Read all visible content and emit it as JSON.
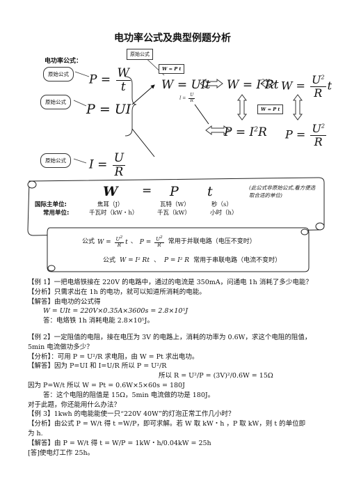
{
  "title": "电功率公式及典型例题分析",
  "formula_section_label": "电功率公式：",
  "callouts": {
    "original_left_1": "原始公式",
    "original_left_2": "原始公式",
    "original_left_3": "原始公式",
    "original_top": "原始公式",
    "box_wpt_top": "W = P t",
    "box_wpt_right": "W = P t",
    "note": "(此公式非原始公式,看方便选取合适的单位)"
  },
  "formulas": {
    "f1": "P = W / t",
    "f2": "P = UI",
    "f3": "I = U / R",
    "f4": "W = UIt",
    "f4_small": "I = U / R",
    "f5": "W = I²Rt",
    "f6": "W = U²t / R",
    "f7": "P = I²R",
    "f8": "P = U² / R"
  },
  "units": {
    "big_formula": [
      "W",
      "=",
      "P",
      "t"
    ],
    "intl_label": "国际主单位:",
    "common_label": "常用单位:",
    "intl_units": [
      "焦耳（J）",
      "瓦特（W）",
      "秒（s）"
    ],
    "common_units": [
      "千瓦时（kW・h）",
      "千瓦（kW）",
      "小时（h）"
    ]
  },
  "scroll2": {
    "line1_prefix": "公式",
    "line1_sep": "、",
    "line1_suffix": "常用于并联电路（电压不变时）",
    "line2_prefix": "公式",
    "line2_f1": "W = I² Rt",
    "line2_sep": "、",
    "line2_f2": "P = I² R",
    "line2_suffix": "常用于串联电路（电流不变时）"
  },
  "examples": [
    "【例 1】一把电烙铁接在 220V 的电路中，通过的电流是 350mA，问通电 1h 消耗了多少电能？",
    "【分析】只需求出在 1h 的电功，就可以知道所消耗的电能。",
    "【解答】由电功的公式得",
    "W = UIt = 220V×0.35A×3600s = 2.8×10⁵J",
    "答：电烙铁 1h 消耗电能 2.8×10⁵J。",
    "",
    "【例 2】一定阻值的电阻，接在电压为 3V 的电路上，消耗的功率为 0.6W，求这个电阻的阻值，",
    "5min 电流做功多少？",
    "【分析】：可用 P = U²/R 求电阻，由 W = Pt 求出电功。",
    "【解答】因为 P=UI 和 I=U/R      所以  P = U²/R",
    "所以 R = U²/P = (3V)²/0.6W = 15Ω",
    "因为 P=W/t        所以   W = Pt = 0.6W×5×60s = 180J",
    "答：这个电阻的阻值是 15Ω，5min 电流做的功是 180J。",
    "对于此题，你还能用什么办法？",
    "【例 3】1kwh 的电能能使一只“220V  40W”的灯泡正常工作几小时？",
    "【分析】由公式 P = W/t 得 t =W/P，即可求解。若 W 取 kW・h ，P 取 kW，则 t 的单位即",
    "为 h.",
    "【解答】由 P = W/t  得              t = W/P = 1kW・h/0.04kW = 25h",
    "[答]使电灯工作 25h。"
  ]
}
